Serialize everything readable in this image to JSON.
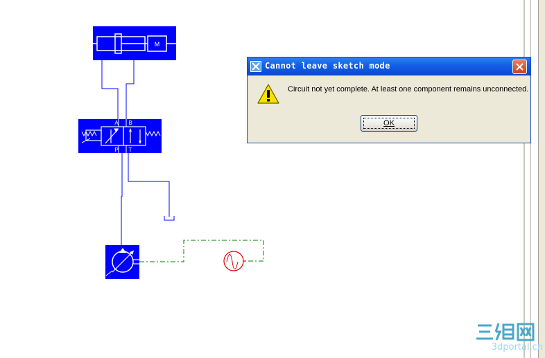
{
  "dialog": {
    "title": "Cannot leave sketch mode",
    "message": "Circuit not yet complete. At least one component remains unconnected.",
    "ok_label": "OK"
  },
  "diagram": {
    "motor_label": "M",
    "valve_port_a": "A",
    "valve_port_b": "B",
    "valve_port_p": "P",
    "valve_port_t": "T"
  },
  "colors": {
    "component_fill": "#0000ff",
    "hydraulic_line": "#0000ff",
    "electric_line": "#008000",
    "source_symbol": "#e00000"
  },
  "watermark": {
    "logo_text": "三维网",
    "domain": "3dportal.cn"
  }
}
